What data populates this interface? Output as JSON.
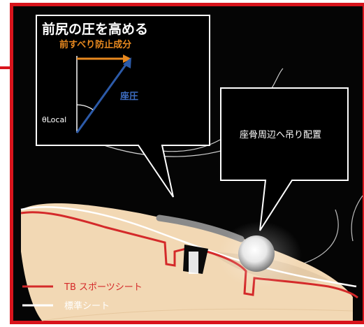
{
  "callout_left": {
    "title": "前尻の圧を高める",
    "arrow_horizontal_label": "前すべり防止成分",
    "arrow_diagonal_label": "座圧",
    "angle_label": "θLocal"
  },
  "callout_right": {
    "text": "座骨周辺へ吊り配置"
  },
  "legend": {
    "items": [
      {
        "label": "TB スポーツシート",
        "color": "#d42a2a"
      },
      {
        "label": "標準シート",
        "color": "#ffffff"
      }
    ]
  },
  "colors": {
    "frame": "#d8141c",
    "background": "#050505",
    "cushion": "#f2d8b4",
    "orange_arrow": "#e8891f",
    "blue_arrow": "#2c5aa8",
    "grey_bar": "#8a8a8a"
  }
}
